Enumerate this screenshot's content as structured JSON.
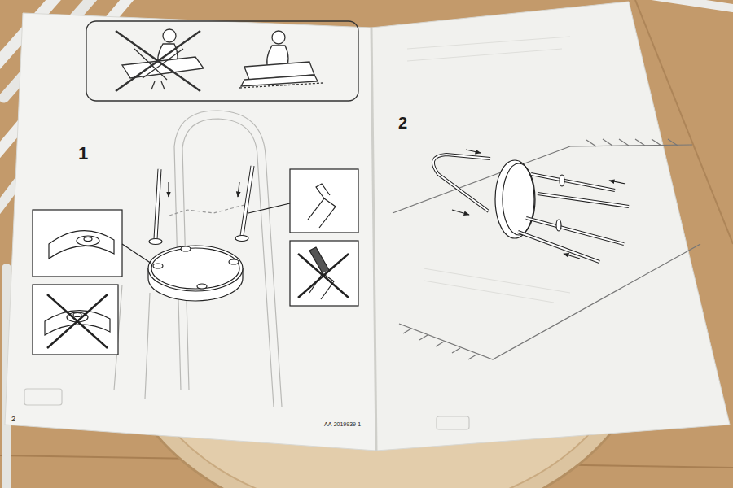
{
  "diagram": {
    "labels": [
      "1",
      "2",
      "2",
      "AA-2019939-1"
    ]
  }
}
